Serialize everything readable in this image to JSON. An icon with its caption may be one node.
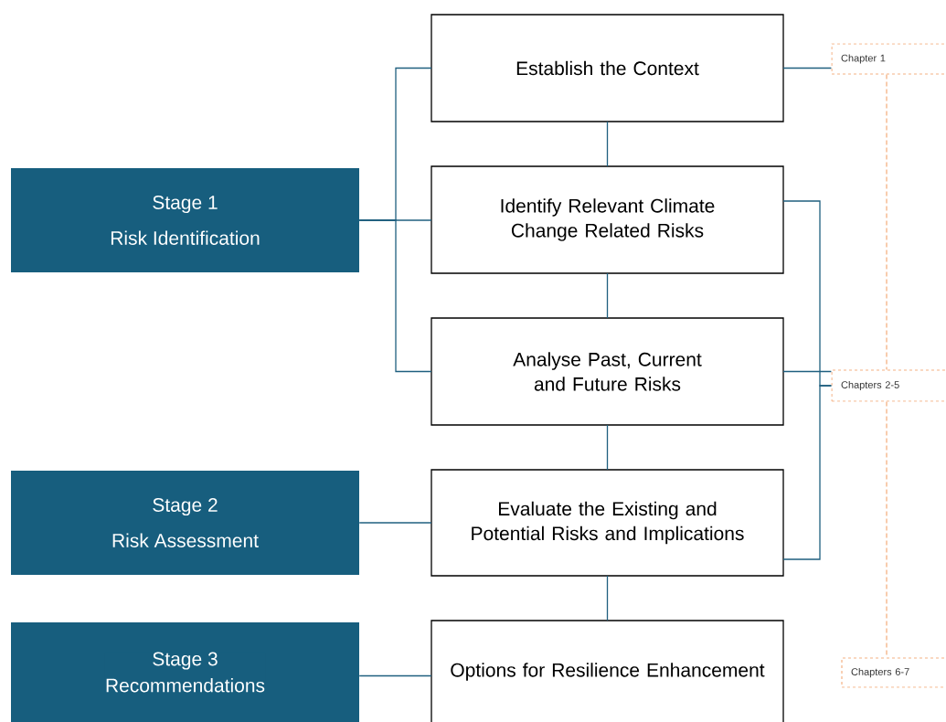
{
  "diagram": {
    "nodes": [
      {
        "text": [
          "Stage 1",
          "Risk Identification"
        ]
      },
      {
        "text": [
          "Stage 2",
          "Risk Assessment"
        ]
      },
      {
        "text": [
          "Stage 3",
          "Recommendations"
        ]
      },
      {
        "text": [
          "Establish the Context"
        ]
      },
      {
        "text": [
          "Identify Relevant Climate Change Related Risks"
        ]
      },
      {
        "text": [
          "Analyse Past, Current and Future Risks"
        ]
      },
      {
        "text": [
          "Evaluate the Existing and Potential Risks and Implications"
        ]
      },
      {
        "text": [
          "Options for Resilience Enhancement"
        ]
      },
      {
        "text": [
          "Chapter 1"
        ]
      },
      {
        "text": [
          "Chapters 2-5"
        ]
      },
      {
        "text": [
          "Chapters 6-7"
        ]
      }
    ],
    "edges": [
      {
        "from": 0,
        "to": 3,
        "arrow": "none"
      },
      {
        "from": 0,
        "to": 4,
        "arrow": "none"
      },
      {
        "from": 0,
        "to": 5,
        "arrow": "none"
      },
      {
        "from": 1,
        "to": 6,
        "arrow": "none"
      },
      {
        "from": 2,
        "to": 7,
        "arrow": "none"
      },
      {
        "from": 3,
        "to": 4,
        "arrow": "none"
      },
      {
        "from": 4,
        "to": 5,
        "arrow": "none"
      },
      {
        "from": 5,
        "to": 6,
        "arrow": "none"
      },
      {
        "from": 6,
        "to": 7,
        "arrow": "none"
      },
      {
        "from": 3,
        "to": 8,
        "arrow": "none"
      },
      {
        "from": 4,
        "to": 9,
        "arrow": "none"
      },
      {
        "from": 5,
        "to": 9,
        "arrow": "none"
      },
      {
        "from": 6,
        "to": 9,
        "arrow": "none"
      },
      {
        "from": 8,
        "to": 9,
        "arrow": "none",
        "style": "dashed",
        "color": "#f4b183"
      },
      {
        "from": 9,
        "to": 10,
        "arrow": "none",
        "style": "dashed",
        "color": "#f4b183"
      }
    ]
  }
}
